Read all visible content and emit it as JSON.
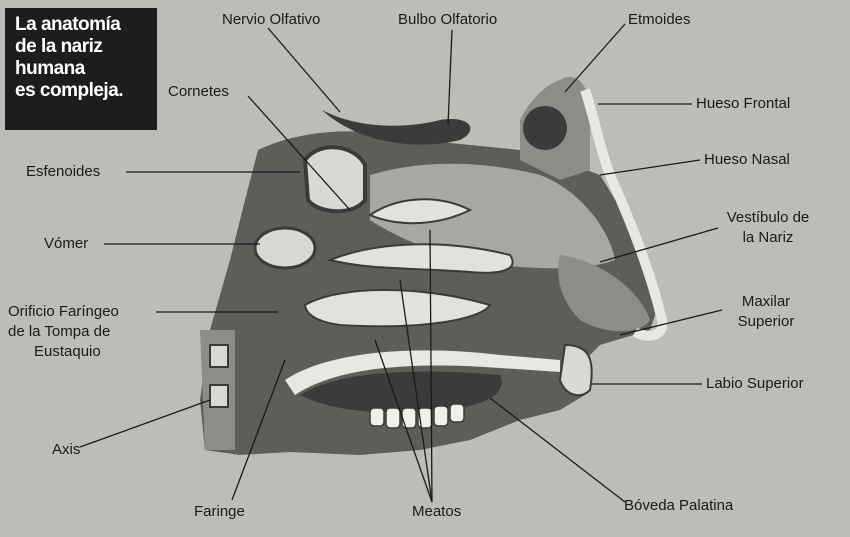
{
  "title": {
    "lines": [
      "La anatomía",
      "de la nariz",
      "humana",
      "es compleja."
    ]
  },
  "labels": {
    "nervio_olfativo": "Nervio Olfativo",
    "bulbo_olfatorio": "Bulbo Olfatorio",
    "etmoides": "Etmoides",
    "cornetes": "Cornetes",
    "hueso_frontal": "Hueso Frontal",
    "esfenoides": "Esfenoides",
    "hueso_nasal": "Hueso Nasal",
    "vestibulo_line1": "Vestíbulo de",
    "vestibulo_line2": "la Nariz",
    "vomer": "Vómer",
    "maxilar_line1": "Maxilar",
    "maxilar_line2": "Superior",
    "orificio_line1": "Orificio Faríngeo",
    "orificio_line2": "de la Tompa de",
    "orificio_line3": "Eustaquio",
    "labio_superior": "Labio Superior",
    "axis": "Axis",
    "faringe": "Faringe",
    "meatos": "Meatos",
    "boveda_palatina": "Bóveda Palatina"
  },
  "colors": {
    "background": "#bdbcb7",
    "title_box": "#1d1d1d",
    "tissue_dark": "#5d5d5a",
    "tissue_mid": "#8d8c88",
    "tissue_light": "#d9d8d3"
  }
}
